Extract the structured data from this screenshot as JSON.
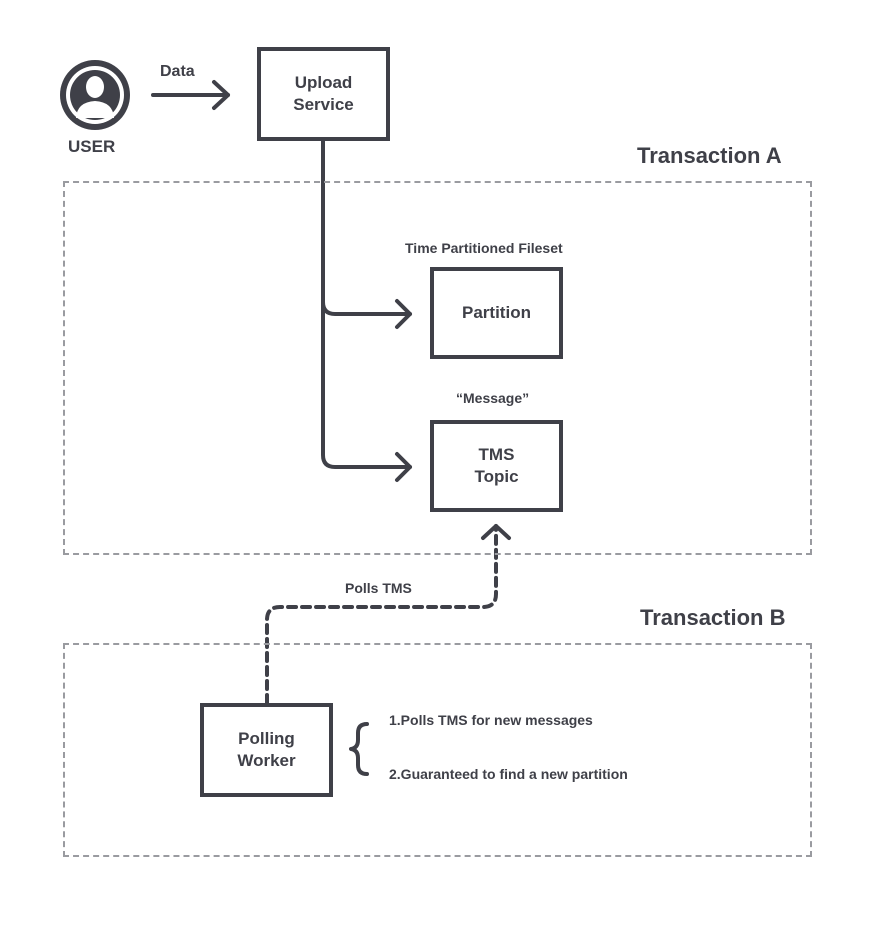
{
  "user": {
    "label": "USER",
    "icon": "user-avatar-icon"
  },
  "flow": {
    "data_label": "Data",
    "polls_label": "Polls TMS"
  },
  "upload_service": {
    "label": "Upload\nService"
  },
  "transaction_a": {
    "title": "Transaction A",
    "fileset_caption": "Time Partitioned Fileset",
    "partition_label": "Partition",
    "message_caption": "“Message”",
    "tms_topic_label": "TMS\nTopic"
  },
  "transaction_b": {
    "title": "Transaction B",
    "polling_worker_label": "Polling\nWorker",
    "notes": [
      "1.Polls TMS for new messages",
      "2.Guaranteed to find a new partition"
    ]
  },
  "colors": {
    "ink": "#3f4048",
    "dashed_border": "#9a9ba0",
    "background": "#ffffff"
  }
}
